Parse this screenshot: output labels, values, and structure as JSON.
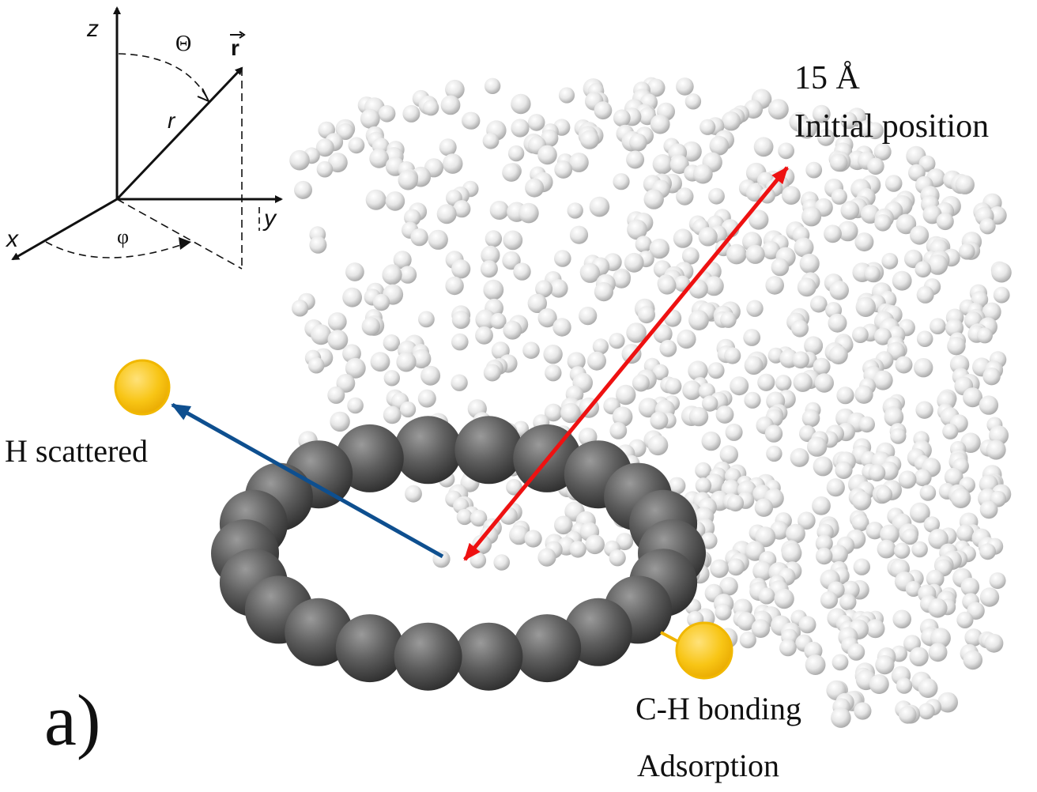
{
  "coordinate_inset": {
    "axis_z": "z",
    "axis_y": "y",
    "axis_x": "x",
    "polar_angle": "Θ",
    "azimuth_angle": "φ",
    "radius": "r",
    "vector": "r"
  },
  "labels": {
    "distance": "15 Å",
    "initial_position": "Initial position",
    "h_scattered": "H scattered",
    "ch_bonding": "C-H bonding",
    "adsorption": "Adsorption",
    "panel": "a)"
  },
  "colors": {
    "hydrogen_fill": "#f6c81b",
    "hydrogen_stroke": "#f1b800",
    "carbon": "#5a5a5a",
    "cloud_atom": "#e0e0e0",
    "scatter_arrow": "#0e4f8f",
    "distance_arrow": "#ee1111",
    "bond_line": "#f0b400"
  }
}
